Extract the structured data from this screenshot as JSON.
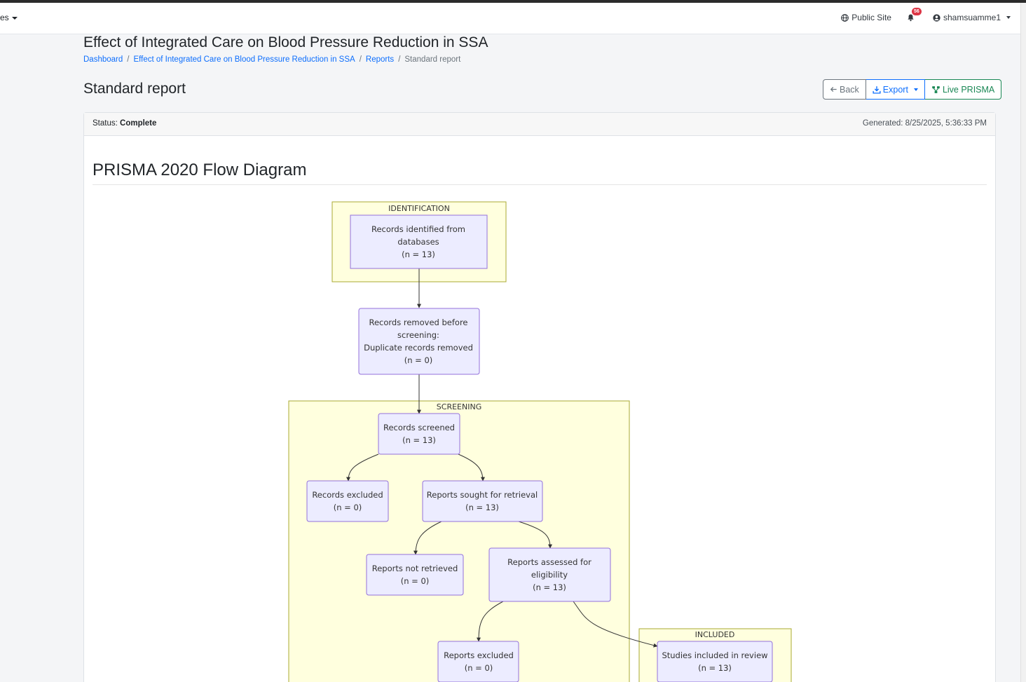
{
  "navbar": {
    "left_menu_label": "es",
    "public_site_label": "Public Site",
    "notification_count": "56",
    "username": "shamsuamme1"
  },
  "header": {
    "page_title": "Effect of Integrated Care on Blood Pressure Reduction in SSA",
    "breadcrumb": [
      {
        "label": "Dashboard"
      },
      {
        "label": "Effect of Integrated Care on Blood Pressure Reduction in SSA"
      },
      {
        "label": "Reports"
      },
      {
        "label": "Standard report"
      }
    ],
    "breadcrumb_separator": "/",
    "section_title": "Standard report"
  },
  "toolbar": {
    "back_label": "Back",
    "export_label": "Export",
    "live_prisma_label": "Live PRISMA"
  },
  "report": {
    "status_label": "Status:",
    "status_value": "Complete",
    "generated": "Generated: 8/25/2025, 5:36:33 PM",
    "diagram_title": "PRISMA 2020 Flow Diagram"
  },
  "diagram": {
    "clusters": {
      "identification": "IDENTIFICATION",
      "screening": "SCREENING",
      "included": "INCLUDED"
    },
    "nodes": {
      "identified": [
        "Records identified from",
        "databases",
        "(n = 13)"
      ],
      "removed": [
        "Records removed before",
        "screening:",
        "Duplicate records removed",
        "(n = 0)"
      ],
      "screened": [
        "Records screened",
        "(n = 13)"
      ],
      "excluded": [
        "Records excluded",
        "(n = 0)"
      ],
      "sought": [
        "Reports sought for retrieval",
        "(n = 13)"
      ],
      "not_retrieved": [
        "Reports not retrieved",
        "(n = 0)"
      ],
      "assessed": [
        "Reports assessed for",
        "eligibility",
        "(n = 13)"
      ],
      "reports_excluded": [
        "Reports excluded",
        "(n = 0)"
      ],
      "included": [
        "Studies included in review",
        "(n = 13)"
      ]
    }
  },
  "colors": {
    "cluster_fill": "#ffffde",
    "cluster_stroke": "#aaaa33",
    "node_fill": "#ececff",
    "node_stroke": "#9370db",
    "link": "#0d6efd",
    "success": "#198754"
  }
}
